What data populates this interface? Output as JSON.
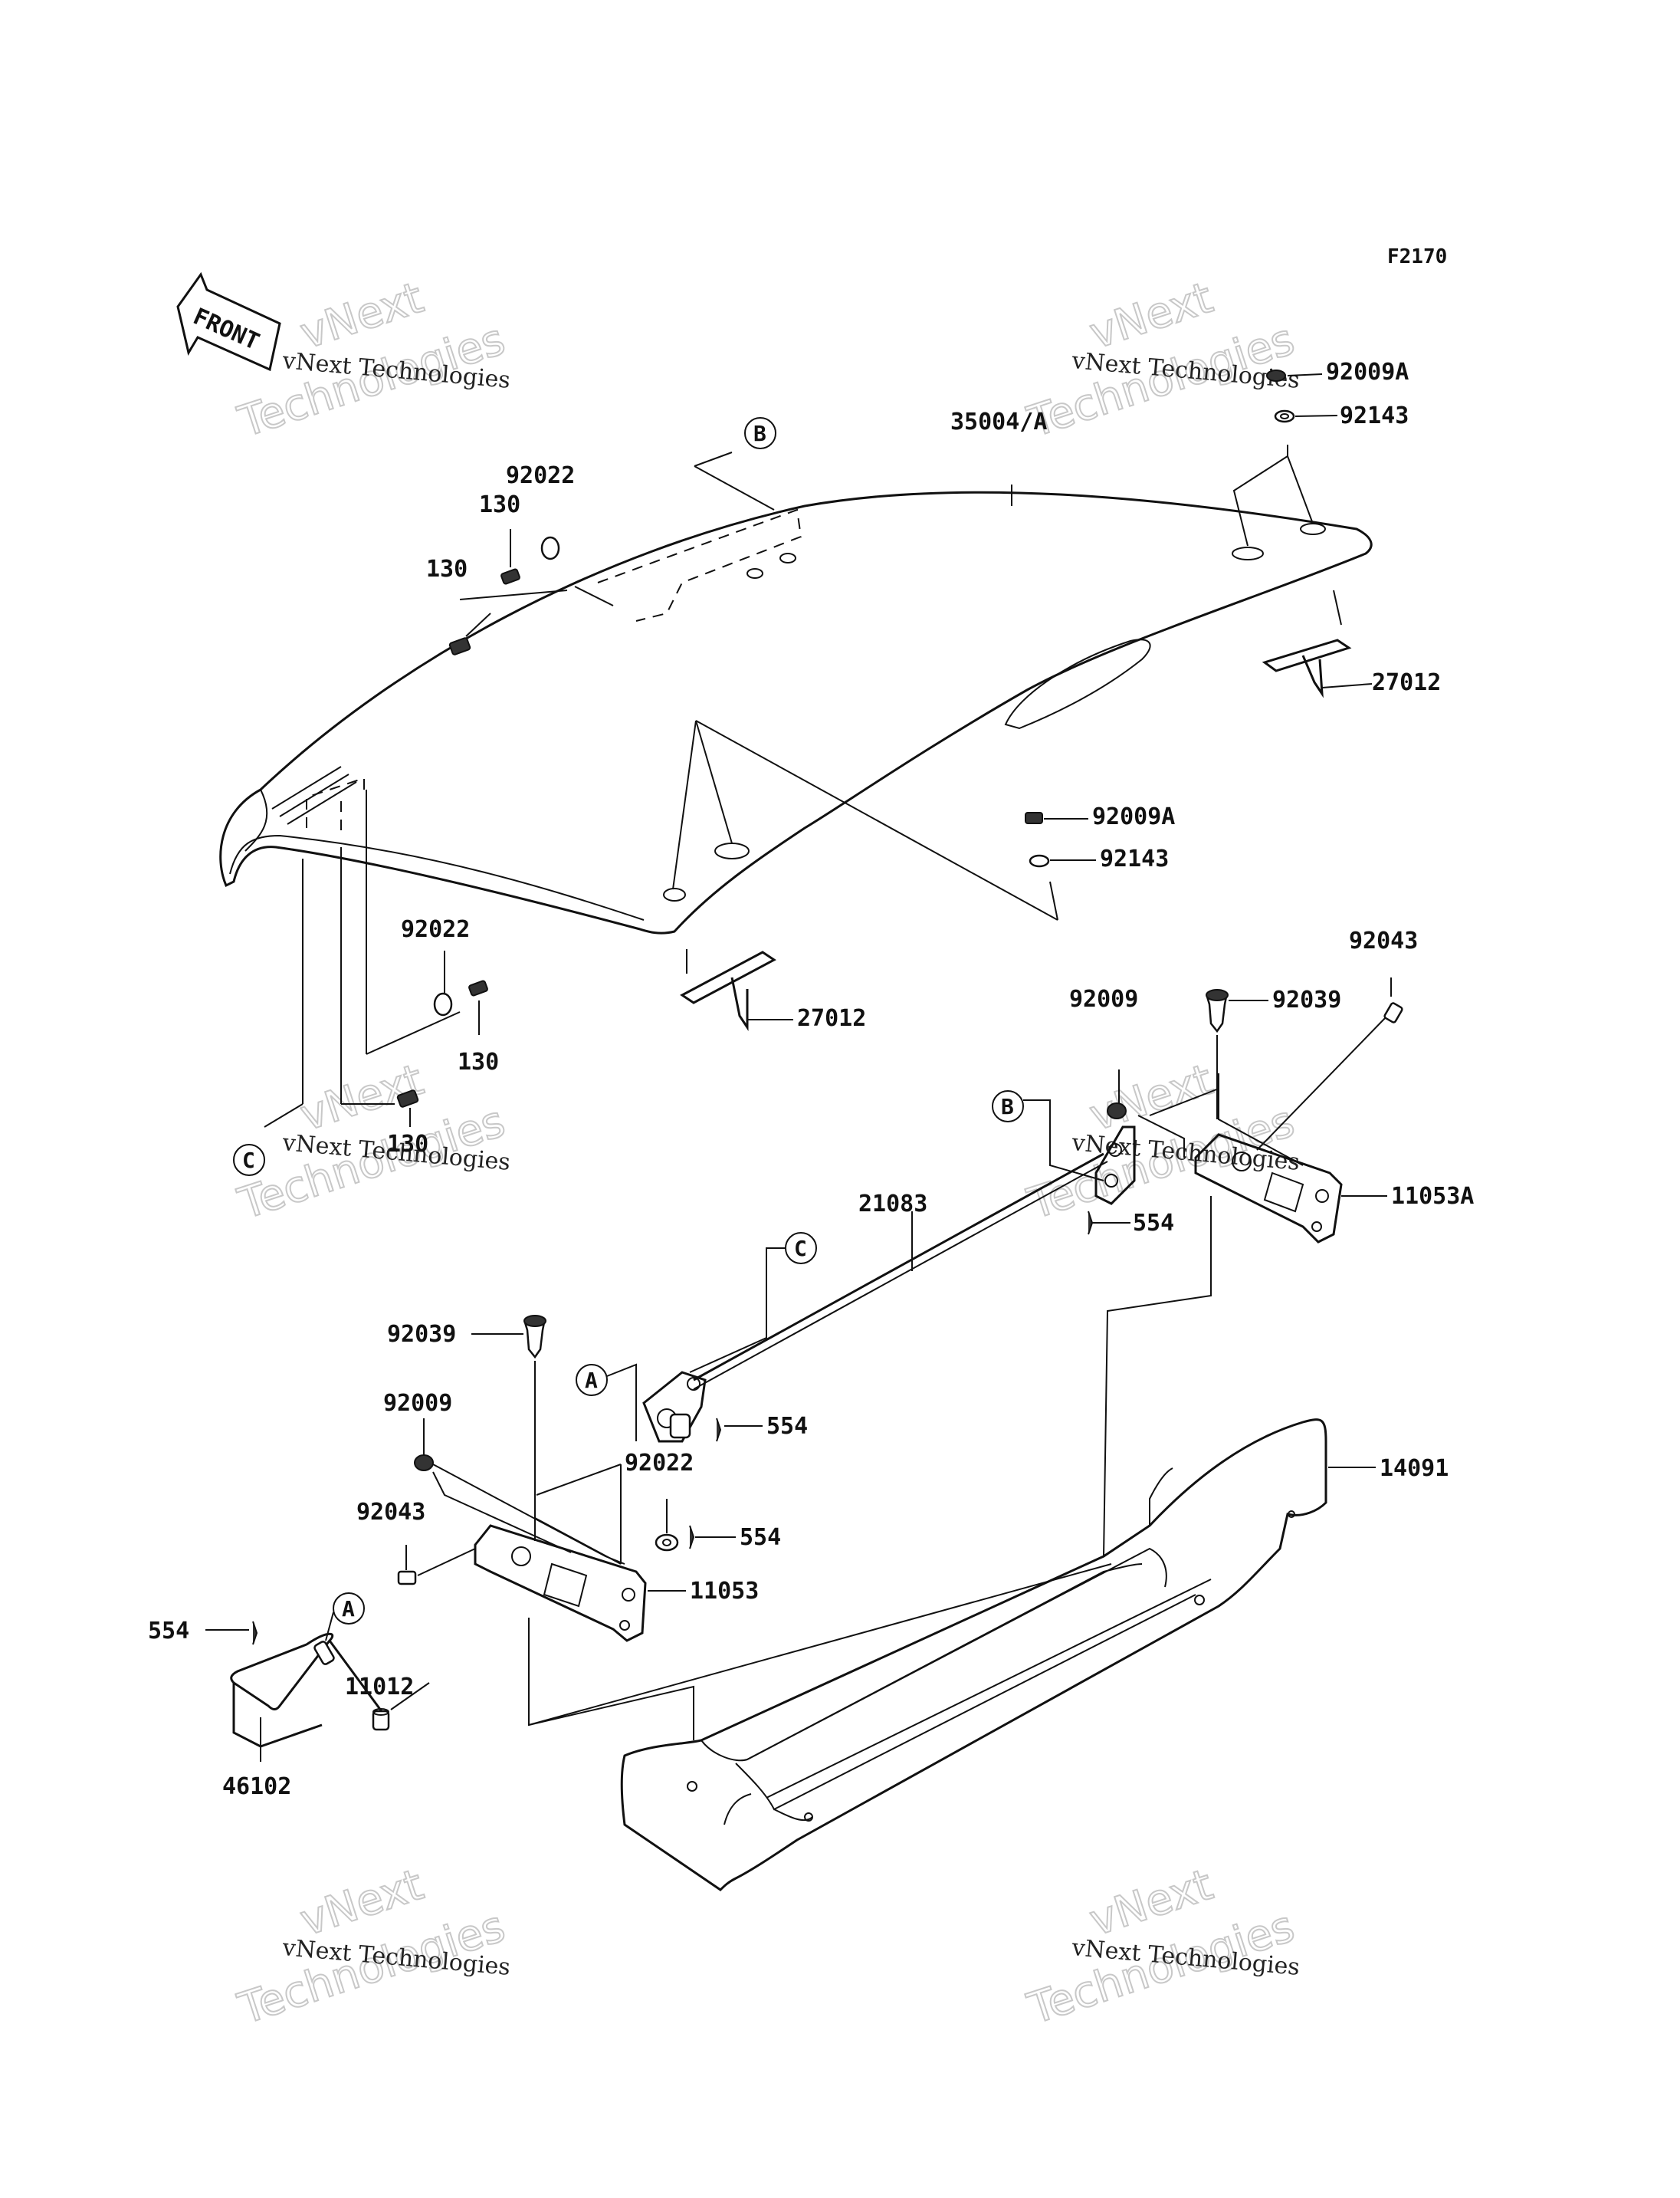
{
  "figure_code": "F2170",
  "front_arrow_text": "FRONT",
  "watermark": {
    "line1": "vNext Technologies",
    "line2": "vNext",
    "line3": "Technologies"
  },
  "labels": {
    "p_92009A_top": "92009A",
    "p_92143_top": "92143",
    "p_35004A": "35004/A",
    "p_27012_right": "27012",
    "p_92022_top": "92022",
    "p_130_a": "130",
    "p_130_b": "130",
    "p_92009A_mid": "92009A",
    "p_92143_mid": "92143",
    "p_92022_left": "92022",
    "p_130_c": "130",
    "p_130_d": "130",
    "p_27012_mid": "27012",
    "p_92043_right": "92043",
    "p_92009_right": "92009",
    "p_92039_right": "92039",
    "p_11053A": "11053A",
    "p_554_right": "554",
    "p_21083": "21083",
    "p_92039_left": "92039",
    "p_92009_left": "92009",
    "p_554_mid": "554",
    "p_92022_low": "92022",
    "p_554_low": "554",
    "p_92043_left": "92043",
    "p_11053": "11053",
    "p_554_far": "554",
    "p_11012": "11012",
    "p_46102": "46102",
    "p_14091": "14091"
  },
  "callouts": {
    "b_top": "B",
    "c_left": "C",
    "b_right": "B",
    "c_mid": "C",
    "a_mid": "A",
    "a_low": "A"
  }
}
